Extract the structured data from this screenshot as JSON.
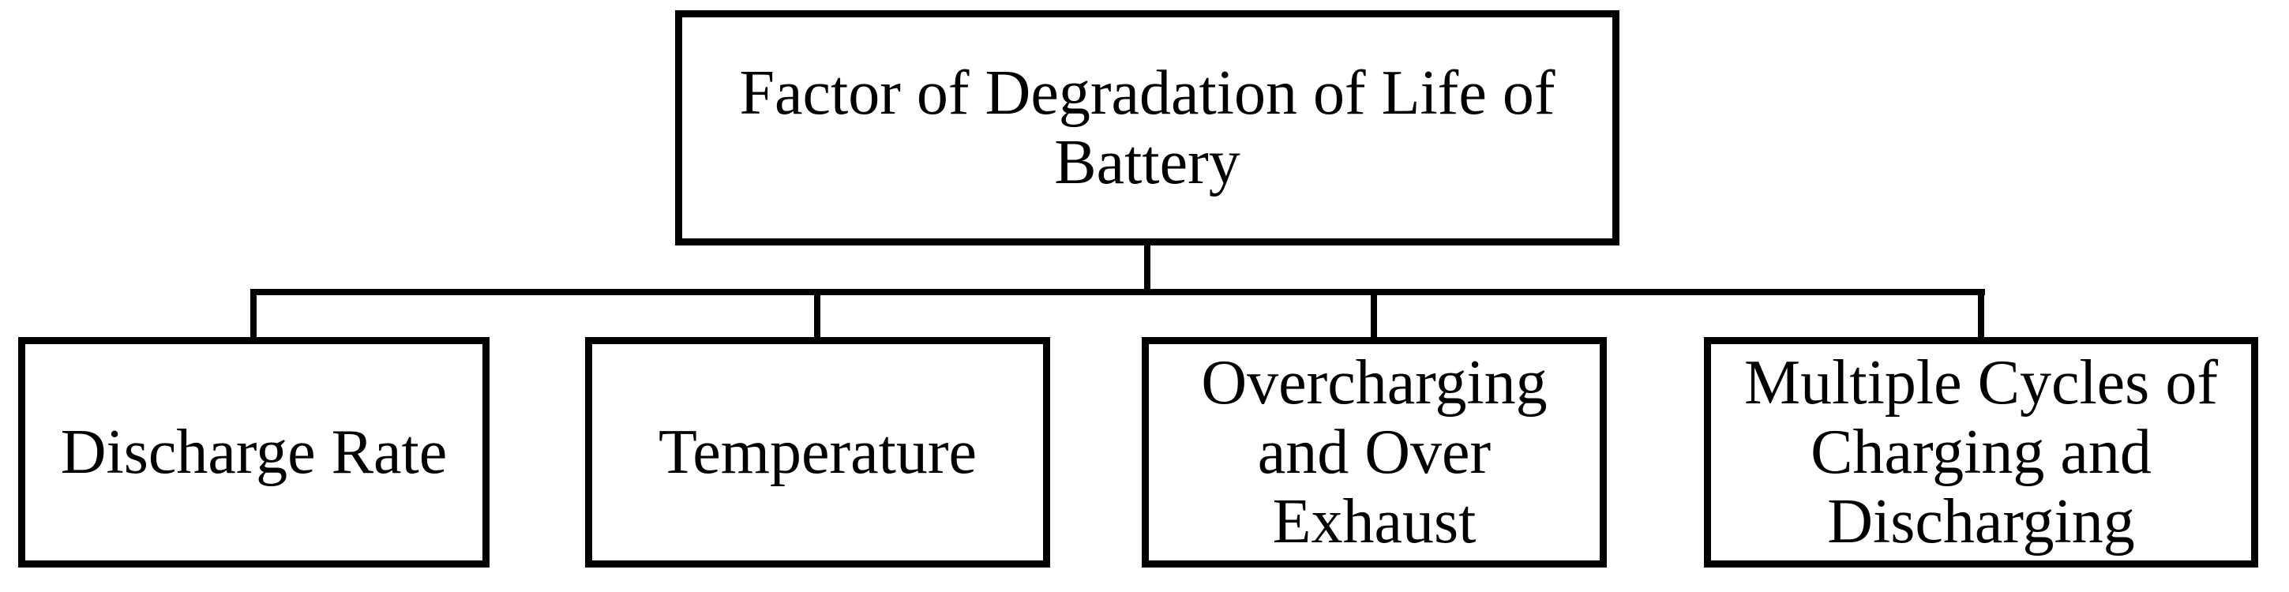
{
  "diagram": {
    "root": {
      "label": "Factor of Degradation of Life of\nBattery"
    },
    "factors": [
      {
        "label": "Discharge Rate"
      },
      {
        "label": "Temperature"
      },
      {
        "label": "Overcharging\nand Over\nExhaust"
      },
      {
        "label": "Multiple Cycles of\nCharging and\nDischarging"
      }
    ]
  },
  "colors": {
    "line": "#000000",
    "background": "#ffffff",
    "text": "#000000"
  }
}
